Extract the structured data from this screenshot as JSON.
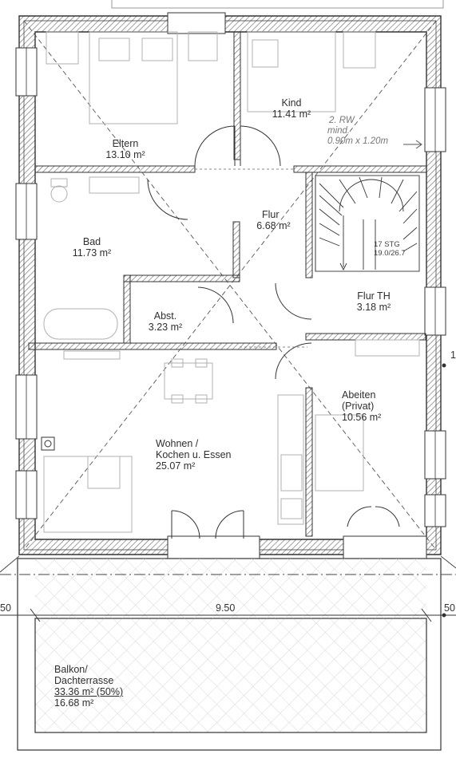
{
  "rooms": {
    "eltern": {
      "name": "Eltern",
      "area": "13.10 m²"
    },
    "kind": {
      "name": "Kind",
      "area": "11.41 m²"
    },
    "bad": {
      "name": "Bad",
      "area": "11.73 m²"
    },
    "flur": {
      "name": "Flur",
      "area": "6.68 m²"
    },
    "abst": {
      "name": "Abst.",
      "area": "3.23 m²"
    },
    "flur_th": {
      "name": "Flur TH",
      "area": "3.18 m²"
    },
    "abeiten": {
      "name_line1": "Abeiten",
      "name_line2": "(Privat)",
      "area": "10.56 m²"
    },
    "wohnen": {
      "name_line1": "Wohnen /",
      "name_line2": "Kochen u. Essen",
      "area": "25.07 m²"
    },
    "balkon": {
      "name_line1": "Balkon/",
      "name_line2": "Dachterrasse",
      "area_full": "33.36 m² (50%)",
      "area_half": "16.68 m²"
    }
  },
  "annotations": {
    "rw": {
      "line1": "2. RW",
      "line2": "mind.",
      "line3": "0.90m x 1.20m"
    },
    "stair": {
      "line1": "17 STG",
      "line2": "19.0/26.7"
    }
  },
  "dimensions": {
    "width": "9.50",
    "left_stub": "50",
    "right_stub": "50",
    "edge_stub": "1"
  },
  "colors": {
    "line": "#3a3a3a",
    "wall_fill": "#ffffff",
    "hatch": "#8a8a8a",
    "furniture": "#b5b5b5",
    "terrace_grid": "#cfcfcf"
  }
}
